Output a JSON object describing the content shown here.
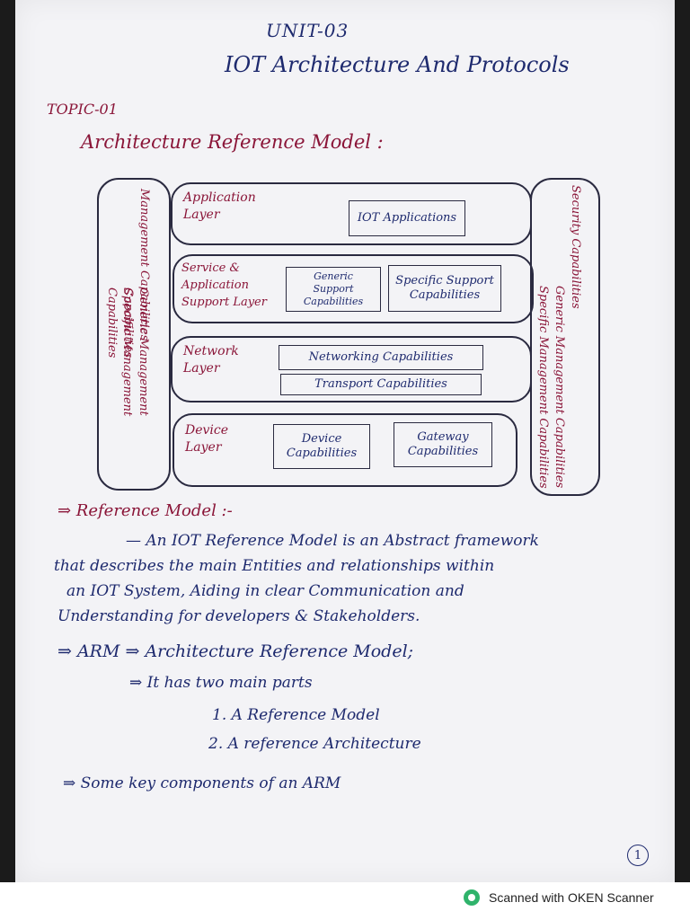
{
  "header": {
    "unit": "UNIT-03",
    "title": "IOT Architecture And Protocols",
    "topic": "TOPIC-01",
    "section_title": "Architecture Reference Model :"
  },
  "diagram": {
    "left_pillar": {
      "col1": "Management Capabilities",
      "col2": "Generic Management Capabilities",
      "col3": "Specific Management Capabilities"
    },
    "right_pillar": {
      "col1": "Security Capabilities",
      "col2": "Generic Management Capabilities",
      "col3": "Specific Management Capabilities"
    },
    "layers": {
      "application": {
        "label": "Application\nLayer",
        "boxes": [
          "IOT Applications"
        ]
      },
      "service": {
        "label": "Service &\nApplication\nSupport Layer",
        "boxes": [
          "Generic\nSupport\nCapabilities",
          "Specific Support\nCapabilities"
        ]
      },
      "network": {
        "label": "Network\nLayer",
        "boxes": [
          "Networking Capabilities",
          "Transport Capabilities"
        ]
      },
      "device": {
        "label": "Device\nLayer",
        "boxes": [
          "Device\nCapabilities",
          "Gateway\nCapabilities"
        ]
      }
    }
  },
  "notes": {
    "ref_heading": "⇒ Reference Model :-",
    "para": [
      "— An IOT Reference Model is an Abstract framework",
      "that describes the main Entities and relationships within",
      "an IOT System, Aiding in clear Communication and",
      "Understanding for developers & Stakeholders."
    ],
    "arm_heading": "⇒ ARM ⇒ Architecture Reference Model;",
    "two_parts": "⇒ It has two main parts",
    "part1": "1. A Reference Model",
    "part2": "2. A reference Architecture",
    "key_components": "⇒ Some key components of an ARM"
  },
  "page_number": "1",
  "footer": {
    "scanner_text": "Scanned with OKEN Scanner",
    "logo_color": "#2fb36b"
  },
  "colors": {
    "ink_blue": "#1e2a6e",
    "ink_red": "#8a1538",
    "paper": "#f3f3f6"
  }
}
